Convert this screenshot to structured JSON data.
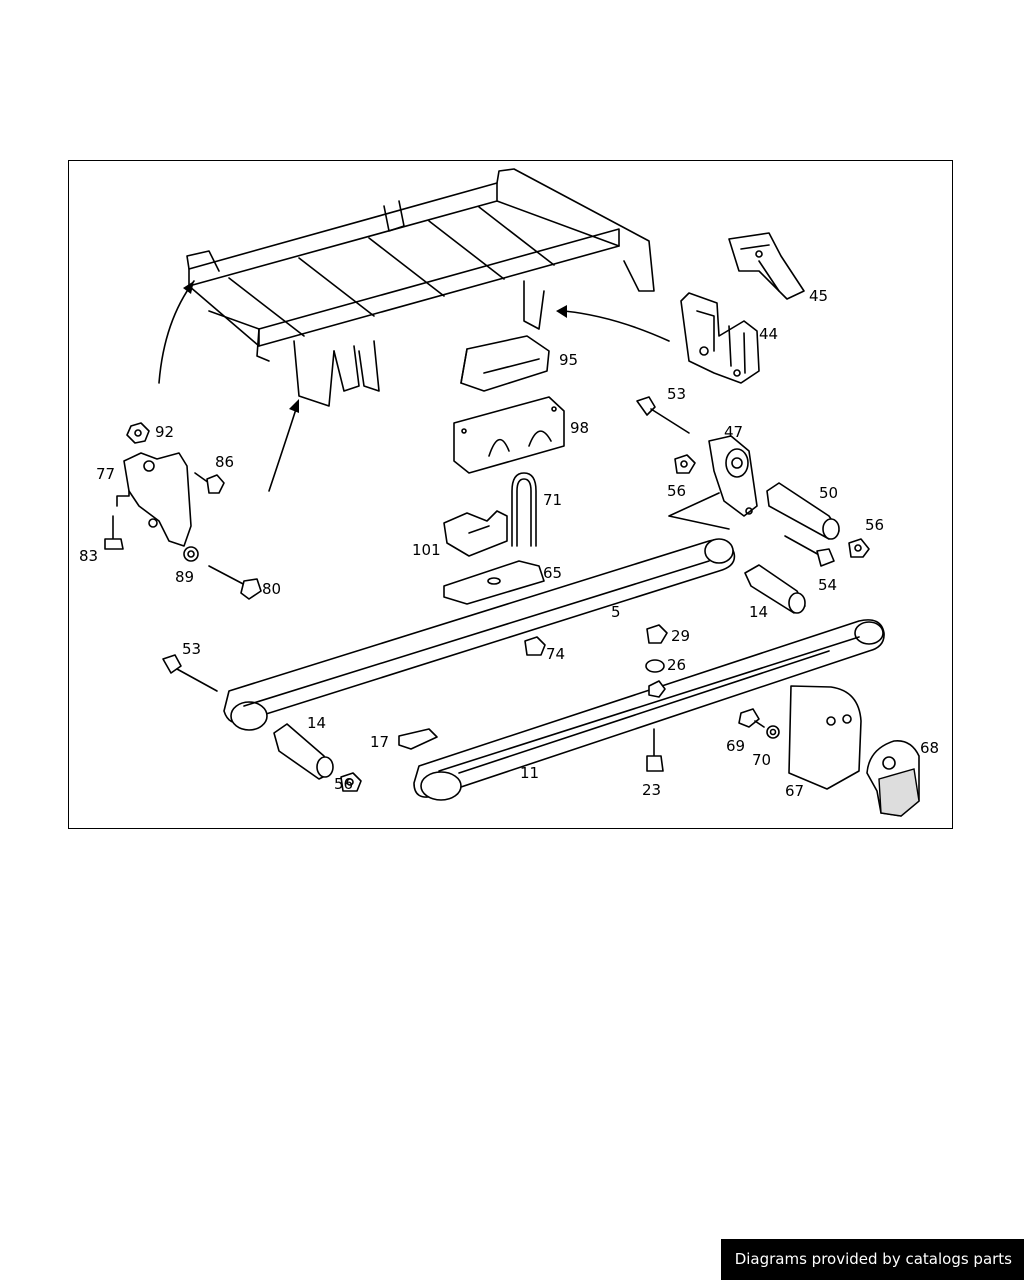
{
  "attribution": "Diagrams provided by catalogs parts",
  "part_labels": [
    {
      "id": "45",
      "text": "45"
    },
    {
      "id": "44",
      "text": "44"
    },
    {
      "id": "95",
      "text": "95"
    },
    {
      "id": "53a",
      "text": "53"
    },
    {
      "id": "47",
      "text": "47"
    },
    {
      "id": "98",
      "text": "98"
    },
    {
      "id": "92",
      "text": "92"
    },
    {
      "id": "86",
      "text": "86"
    },
    {
      "id": "77",
      "text": "77"
    },
    {
      "id": "56a",
      "text": "56"
    },
    {
      "id": "50",
      "text": "50"
    },
    {
      "id": "71",
      "text": "71"
    },
    {
      "id": "56b",
      "text": "56"
    },
    {
      "id": "83",
      "text": "83"
    },
    {
      "id": "101",
      "text": "101"
    },
    {
      "id": "89",
      "text": "89"
    },
    {
      "id": "65",
      "text": "65"
    },
    {
      "id": "54",
      "text": "54"
    },
    {
      "id": "80",
      "text": "80"
    },
    {
      "id": "5",
      "text": "5"
    },
    {
      "id": "14a",
      "text": "14"
    },
    {
      "id": "29",
      "text": "29"
    },
    {
      "id": "53b",
      "text": "53"
    },
    {
      "id": "74",
      "text": "74"
    },
    {
      "id": "26",
      "text": "26"
    },
    {
      "id": "14b",
      "text": "14"
    },
    {
      "id": "17",
      "text": "17"
    },
    {
      "id": "69",
      "text": "69"
    },
    {
      "id": "68",
      "text": "68"
    },
    {
      "id": "70",
      "text": "70"
    },
    {
      "id": "11",
      "text": "11"
    },
    {
      "id": "56c",
      "text": "56"
    },
    {
      "id": "23",
      "text": "23"
    },
    {
      "id": "67",
      "text": "67"
    }
  ]
}
